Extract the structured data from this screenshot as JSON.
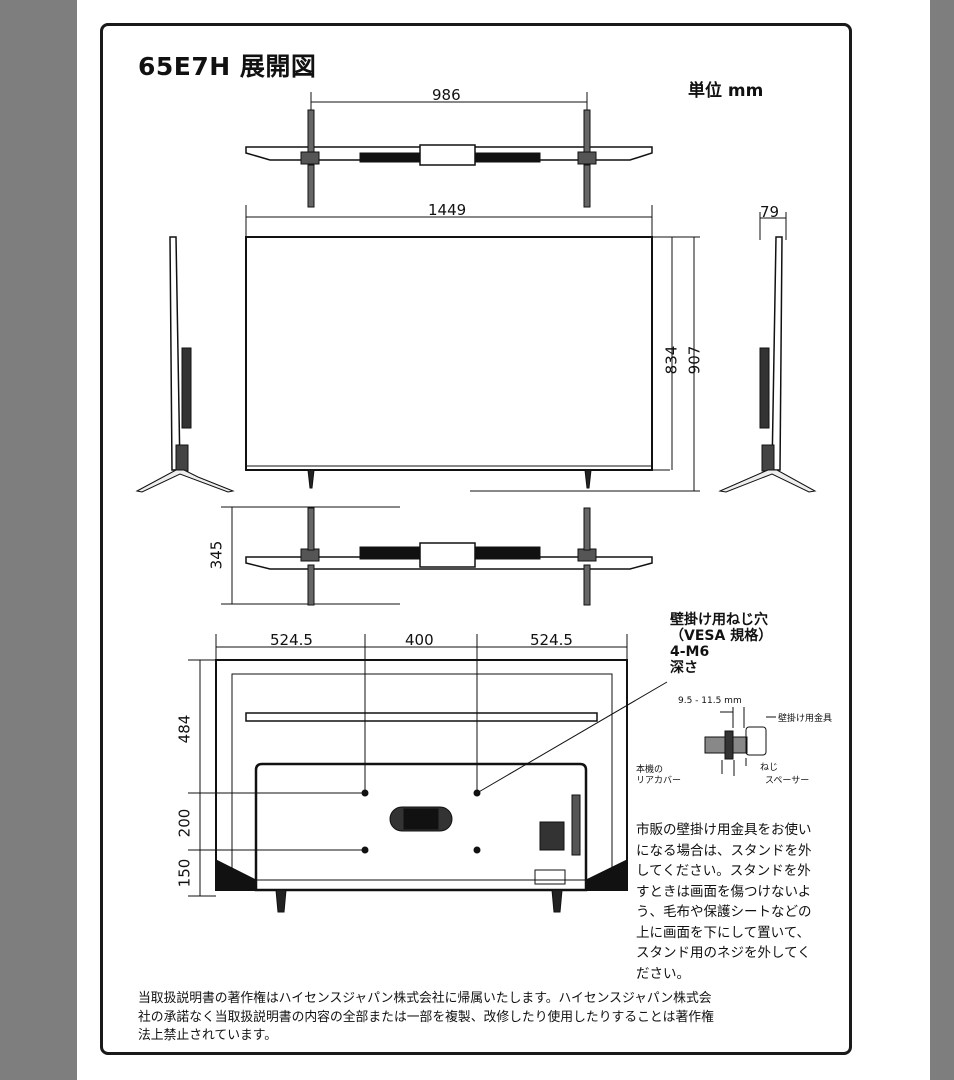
{
  "title": "65E7H 展開図",
  "unit_label": "単位 mm",
  "dimensions": {
    "top_width": "986",
    "width": "1449",
    "depth": "79",
    "height_panel": "834",
    "height_total": "907",
    "stand_depth": "345",
    "rear_left": "524.5",
    "rear_center": "400",
    "rear_right": "524.5",
    "rear_height_top": "484",
    "rear_vesa_gap": "200",
    "rear_bottom": "150"
  },
  "vesa": {
    "line1": "壁掛け用ねじ穴",
    "line2": "（VESA 規格）",
    "line3": "4-M6",
    "line4": "深さ"
  },
  "screw_detail": {
    "range": "9.5 - 11.5 mm",
    "bracket": "壁掛け用金具",
    "screw": "ねじ",
    "spacer": "スペーサー",
    "rear_cover_1": "本機の",
    "rear_cover_2": "リアカバー"
  },
  "note": [
    "市販の壁掛け用金具をお使い",
    "になる場合は、スタンドを外",
    "してください。スタンドを外",
    "すときは画面を傷つけないよ",
    "う、毛布や保護シートなどの",
    "上に画面を下にして置いて、",
    "スタンド用のネジを外してく",
    "ださい。"
  ],
  "copyright": [
    "当取扱説明書の著作権はハイセンスジャパン株式会社に帰属いたします。ハイセンスジャパン株式会",
    "社の承諾なく当取扱説明書の内容の全部または一部を複製、改修したり使用したりすることは著作権",
    "法上禁止されています。"
  ]
}
